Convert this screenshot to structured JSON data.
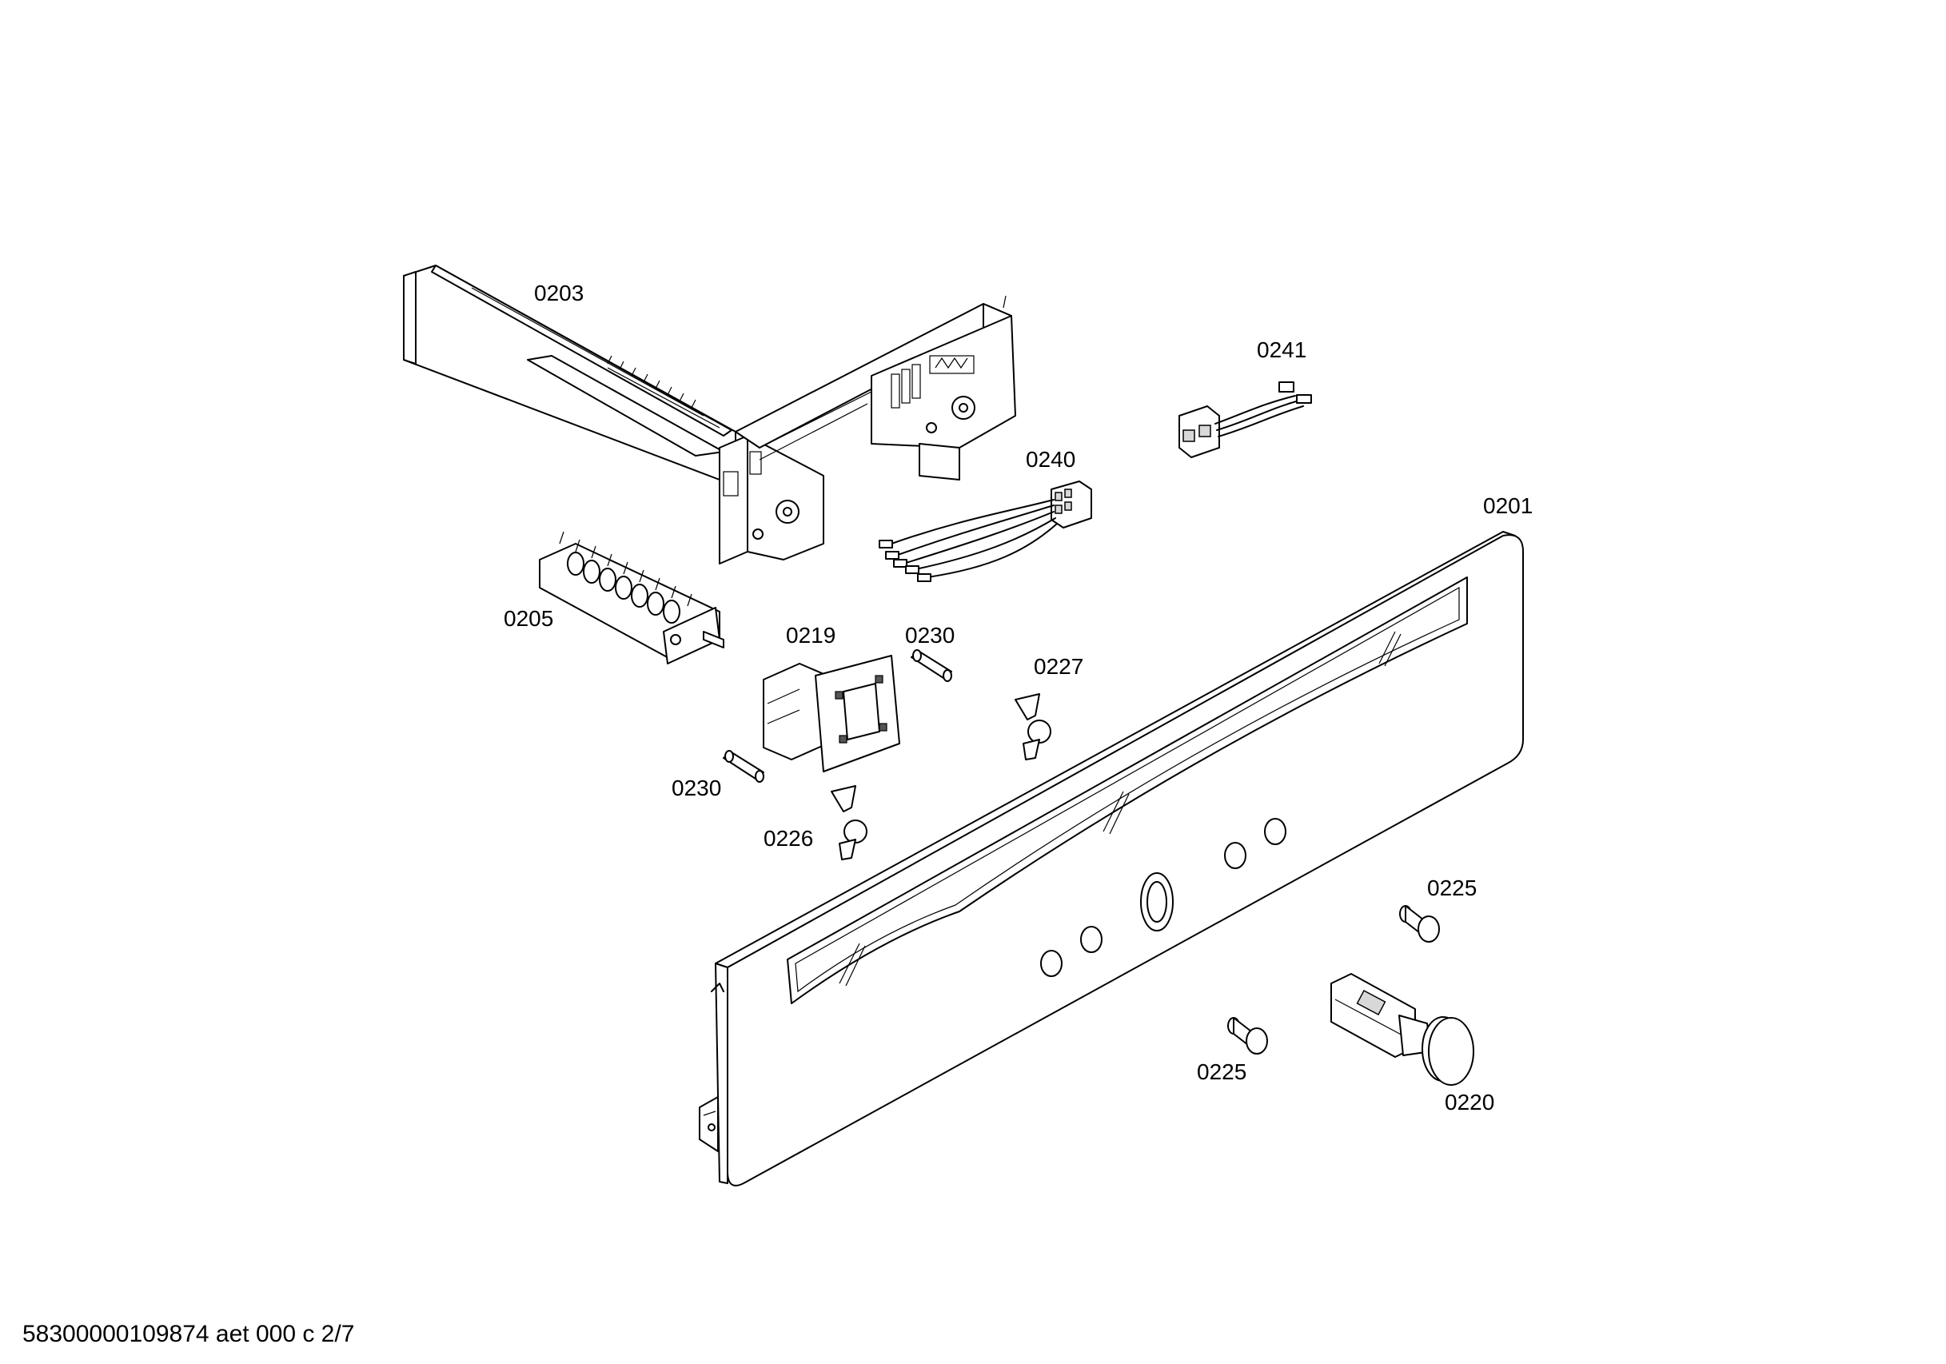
{
  "labels": {
    "p0203": "0203",
    "p0241": "0241",
    "p0240": "0240",
    "p0201": "0201",
    "p0205": "0205",
    "p0219": "0219",
    "p0230a": "0230",
    "p0227": "0227",
    "p0230b": "0230",
    "p0226": "0226",
    "p0225a": "0225",
    "p0225b": "0225",
    "p0220": "0220"
  },
  "footer": {
    "doc_code": "58300000109874 aet 000 c 2/7"
  }
}
